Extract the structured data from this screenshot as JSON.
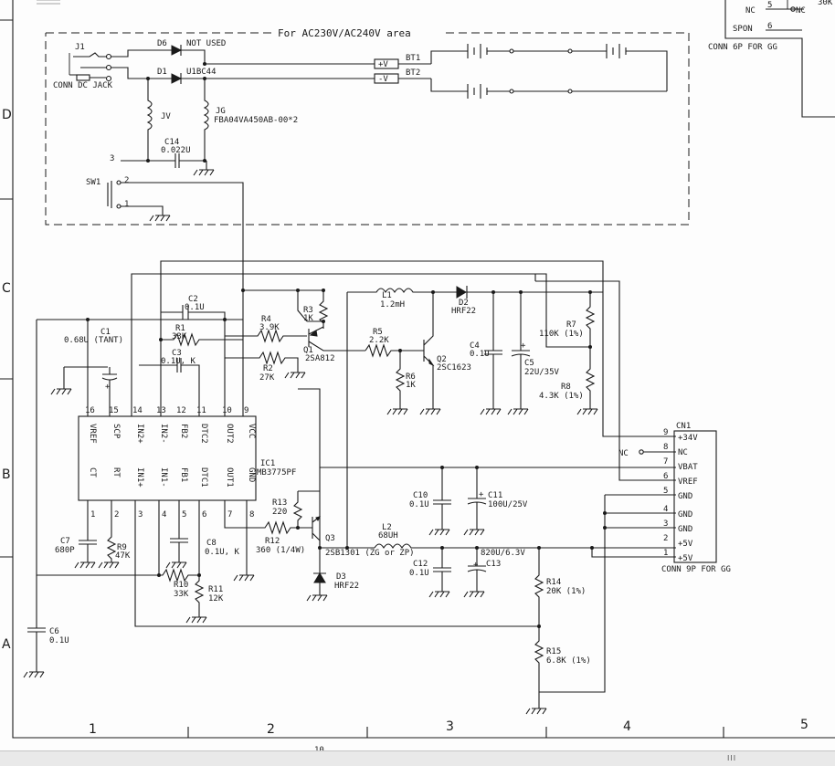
{
  "area_label": "For AC230V/AC240V area",
  "page_number": "10",
  "zones": {
    "row_d": "D",
    "row_c": "C",
    "row_b": "B",
    "row_a": "A",
    "col_1": "1",
    "col_2": "2",
    "col_3": "3",
    "col_4": "4",
    "col_5": "5"
  },
  "top_right": {
    "pin5": "5",
    "pin6": "6",
    "nc_left": "NC",
    "nc_right": "NC",
    "spon": "SPON",
    "title": "CONN 6P FOR GG",
    "code": "30K"
  },
  "j1": {
    "ref": "J1",
    "name": "CONN DC JACK"
  },
  "d6": {
    "ref": "D6",
    "value": "NOT USED"
  },
  "d1": {
    "ref": "D1",
    "value": "U1BC44"
  },
  "plus_v": "+V",
  "minus_v": "-V",
  "bt1": "BT1",
  "bt2": "BT2",
  "jv": "JV",
  "jg": {
    "ref": "JG",
    "value": "FBA04VA450AB-00*2"
  },
  "c14": {
    "ref": "C14",
    "value": "0.022U"
  },
  "sw1": {
    "ref": "SW1",
    "p1": "1",
    "p2": "2",
    "p3": "3"
  },
  "c2": {
    "ref": "C2",
    "value": "0.1U"
  },
  "r1": {
    "ref": "R1",
    "value": "33K"
  },
  "c1": {
    "ref": "C1",
    "value": "0.68U (TANT)"
  },
  "c3": {
    "ref": "C3",
    "value": "0.1U, K"
  },
  "r4": {
    "ref": "R4",
    "value": "3.9K"
  },
  "r3": {
    "ref": "R3",
    "value": "1K"
  },
  "q1": {
    "ref": "Q1",
    "value": "2SA812"
  },
  "r2": {
    "ref": "R2",
    "value": "27K"
  },
  "l1": {
    "ref": "L1",
    "value": "1.2mH"
  },
  "d2": {
    "ref": "D2",
    "value": "HRF22"
  },
  "r5": {
    "ref": "R5",
    "value": "2.2K"
  },
  "q2": {
    "ref": "Q2",
    "value": "2SC1623"
  },
  "r6": {
    "ref": "R6",
    "value": "1K"
  },
  "c4": {
    "ref": "C4",
    "value": "0.1U"
  },
  "c5": {
    "ref": "C5",
    "value": "22U/35V"
  },
  "r7": {
    "ref": "R7",
    "value": "110K (1%)"
  },
  "r8": {
    "ref": "R8",
    "value": "4.3K (1%)"
  },
  "ic1": {
    "ref": "IC1",
    "value": "MB3775PF",
    "top_pins": [
      "16",
      "15",
      "14",
      "13",
      "12",
      "11",
      "10",
      "9"
    ],
    "top_names": [
      "VREF",
      "SCP",
      "IN2+",
      "IN2-",
      "FB2",
      "DTC2",
      "OUT2",
      "VCC"
    ],
    "bottom_names": [
      "CT",
      "RT",
      "IN1+",
      "IN1-",
      "FB1",
      "DTC1",
      "OUT1",
      "GND"
    ],
    "bottom_pins": [
      "1",
      "2",
      "3",
      "4",
      "5",
      "6",
      "7",
      "8"
    ]
  },
  "cn1": {
    "ref": "CN1",
    "title": "CONN 9P FOR GG",
    "nc_ext": "NC",
    "pins": [
      {
        "num": "9",
        "name": "+34V"
      },
      {
        "num": "8",
        "name": "NC"
      },
      {
        "num": "7",
        "name": "VBAT"
      },
      {
        "num": "6",
        "name": "VREF"
      },
      {
        "num": "5",
        "name": "GND"
      },
      {
        "num": "4",
        "name": "GND"
      },
      {
        "num": "3",
        "name": "GND"
      },
      {
        "num": "2",
        "name": "+5V"
      },
      {
        "num": "1",
        "name": "+5V"
      }
    ]
  },
  "c10": {
    "ref": "C10",
    "value": "0.1U"
  },
  "c11": {
    "ref": "C11",
    "value": "100U/25V"
  },
  "r13": {
    "ref": "R13",
    "value": "220"
  },
  "r12": {
    "ref": "R12",
    "value": "360 (1/4W)"
  },
  "q3": {
    "ref": "Q3",
    "value": "2SB1301 (ZG or ZP)"
  },
  "l2": {
    "ref": "L2",
    "value": "68UH"
  },
  "c12": {
    "ref": "C12",
    "value": "0.1U"
  },
  "c13": {
    "ref": "C13",
    "value": "820U/6.3V"
  },
  "c7": {
    "ref": "C7",
    "value": "680P"
  },
  "r9": {
    "ref": "R9",
    "value": "47K"
  },
  "c8": {
    "ref": "C8",
    "value": "0.1U, K"
  },
  "r10": {
    "ref": "R10",
    "value": "33K"
  },
  "r11": {
    "ref": "R11",
    "value": "12K"
  },
  "d3": {
    "ref": "D3",
    "value": "HRF22"
  },
  "r14": {
    "ref": "R14",
    "value": "20K (1%)"
  },
  "r15": {
    "ref": "R15",
    "value": "6.8K (1%)"
  },
  "c6": {
    "ref": "C6",
    "value": "0.1U"
  },
  "scrollbar_grip": "III"
}
